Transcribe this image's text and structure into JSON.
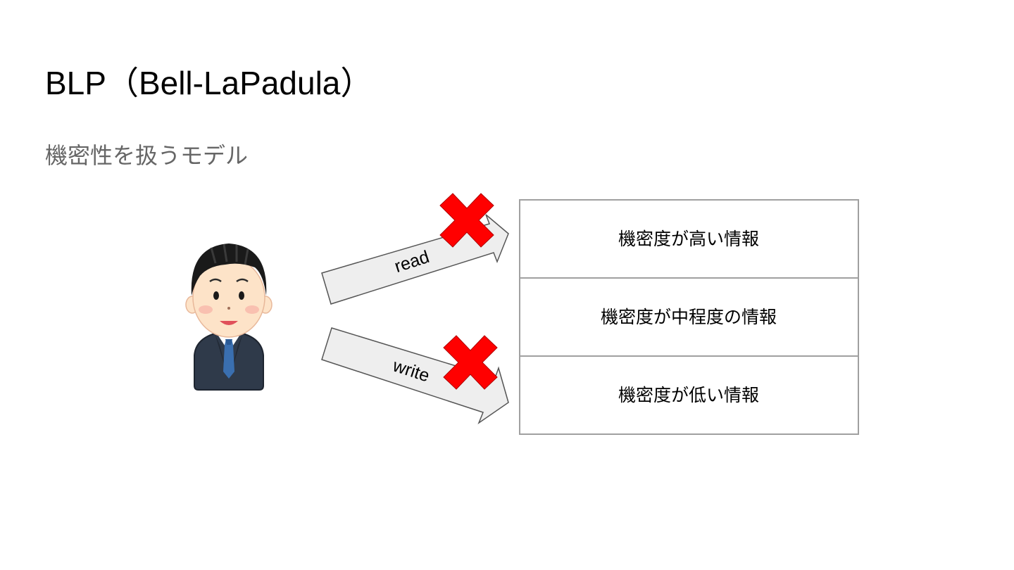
{
  "slide": {
    "title": "BLP（Bell-LaPadula）",
    "subtitle": "機密性を扱うモデル"
  },
  "diagram": {
    "subject": {
      "icon": "businessman-icon"
    },
    "arrows": {
      "read": {
        "label": "read",
        "denied": true
      },
      "write": {
        "label": "write",
        "denied": true
      }
    },
    "levels": [
      {
        "label": "機密度が高い情報"
      },
      {
        "label": "機密度が中程度の情報"
      },
      {
        "label": "機密度が低い情報"
      }
    ],
    "deny_icon": "cross-mark-icon"
  },
  "colors": {
    "arrow_fill": "#eeeeee",
    "arrow_stroke": "#555555",
    "box_stroke": "#a0a0a0",
    "deny_mark": "#ff0000",
    "subtitle": "#666666",
    "suit": "#2f3a4a",
    "tie": "#3a6fb0",
    "skin": "#fde3c8",
    "hair": "#1a1a1a"
  }
}
